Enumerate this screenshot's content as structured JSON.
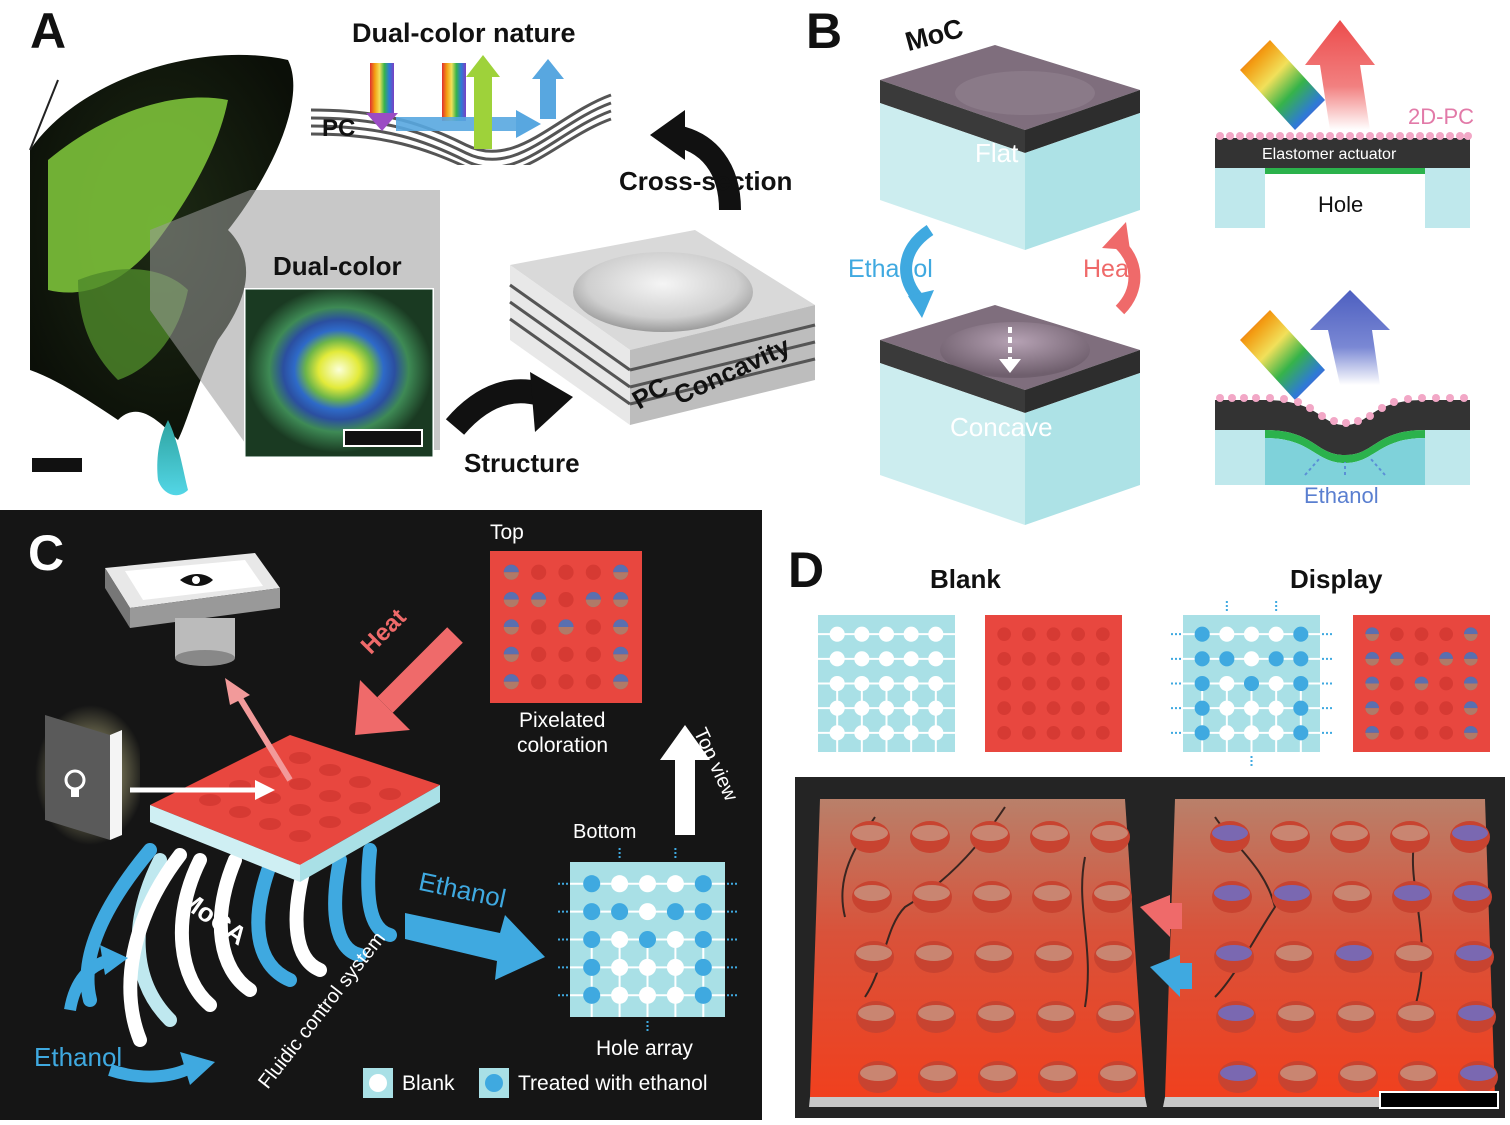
{
  "panels": {
    "a": {
      "letter": "A",
      "dual_color_nature": "Dual-color nature",
      "pc": "PC",
      "cross_section": "Cross-section",
      "dual_color": "Dual-color",
      "structure": "Structure",
      "pc2": "PC",
      "concavity": "Concavity"
    },
    "b": {
      "letter": "B",
      "moc": "MoC",
      "flat": "Flat",
      "ethanol": "Ethanol",
      "heat": "Heat",
      "concave": "Concave",
      "twod_pc": "2D-PC",
      "elastomer": "Elastomer actuator",
      "hole": "Hole",
      "ethanol2": "Ethanol"
    },
    "c": {
      "letter": "C",
      "top": "Top",
      "heat": "Heat",
      "pixelated_line1": "Pixelated",
      "pixelated_line2": "coloration",
      "top_view": "Top view",
      "bottom": "Bottom",
      "ethanol_arrow": "Ethanol",
      "moca": "MoCA",
      "fluidic": "Fluidic control system",
      "ethanol_in": "Ethanol",
      "hole_array": "Hole array",
      "legend_blank": "Blank",
      "legend_treated": "Treated with ethanol"
    },
    "d": {
      "letter": "D",
      "blank": "Blank",
      "display": "Display"
    }
  },
  "colors": {
    "red_panel": "#e8473f",
    "cyan": "#a9e0e6",
    "treated_blue": "#3fa9e0",
    "ethanol_text": "#3fa9e0",
    "heat_text": "#ef6a6a",
    "twod_pc_text": "#e27aa8",
    "dark_film": "#3a3a3a",
    "panel_c_bg": "#151515",
    "wing_green": "#7cc13a"
  },
  "pattern": {
    "blank_grid": [
      [
        0,
        0,
        0,
        0,
        0
      ],
      [
        0,
        0,
        0,
        0,
        0
      ],
      [
        0,
        0,
        0,
        0,
        0
      ],
      [
        0,
        0,
        0,
        0,
        0
      ],
      [
        0,
        0,
        0,
        0,
        0
      ]
    ],
    "display_grid": [
      [
        1,
        0,
        0,
        0,
        1
      ],
      [
        1,
        1,
        0,
        1,
        1
      ],
      [
        1,
        0,
        1,
        0,
        1
      ],
      [
        1,
        0,
        0,
        0,
        1
      ],
      [
        1,
        0,
        0,
        0,
        1
      ]
    ]
  }
}
